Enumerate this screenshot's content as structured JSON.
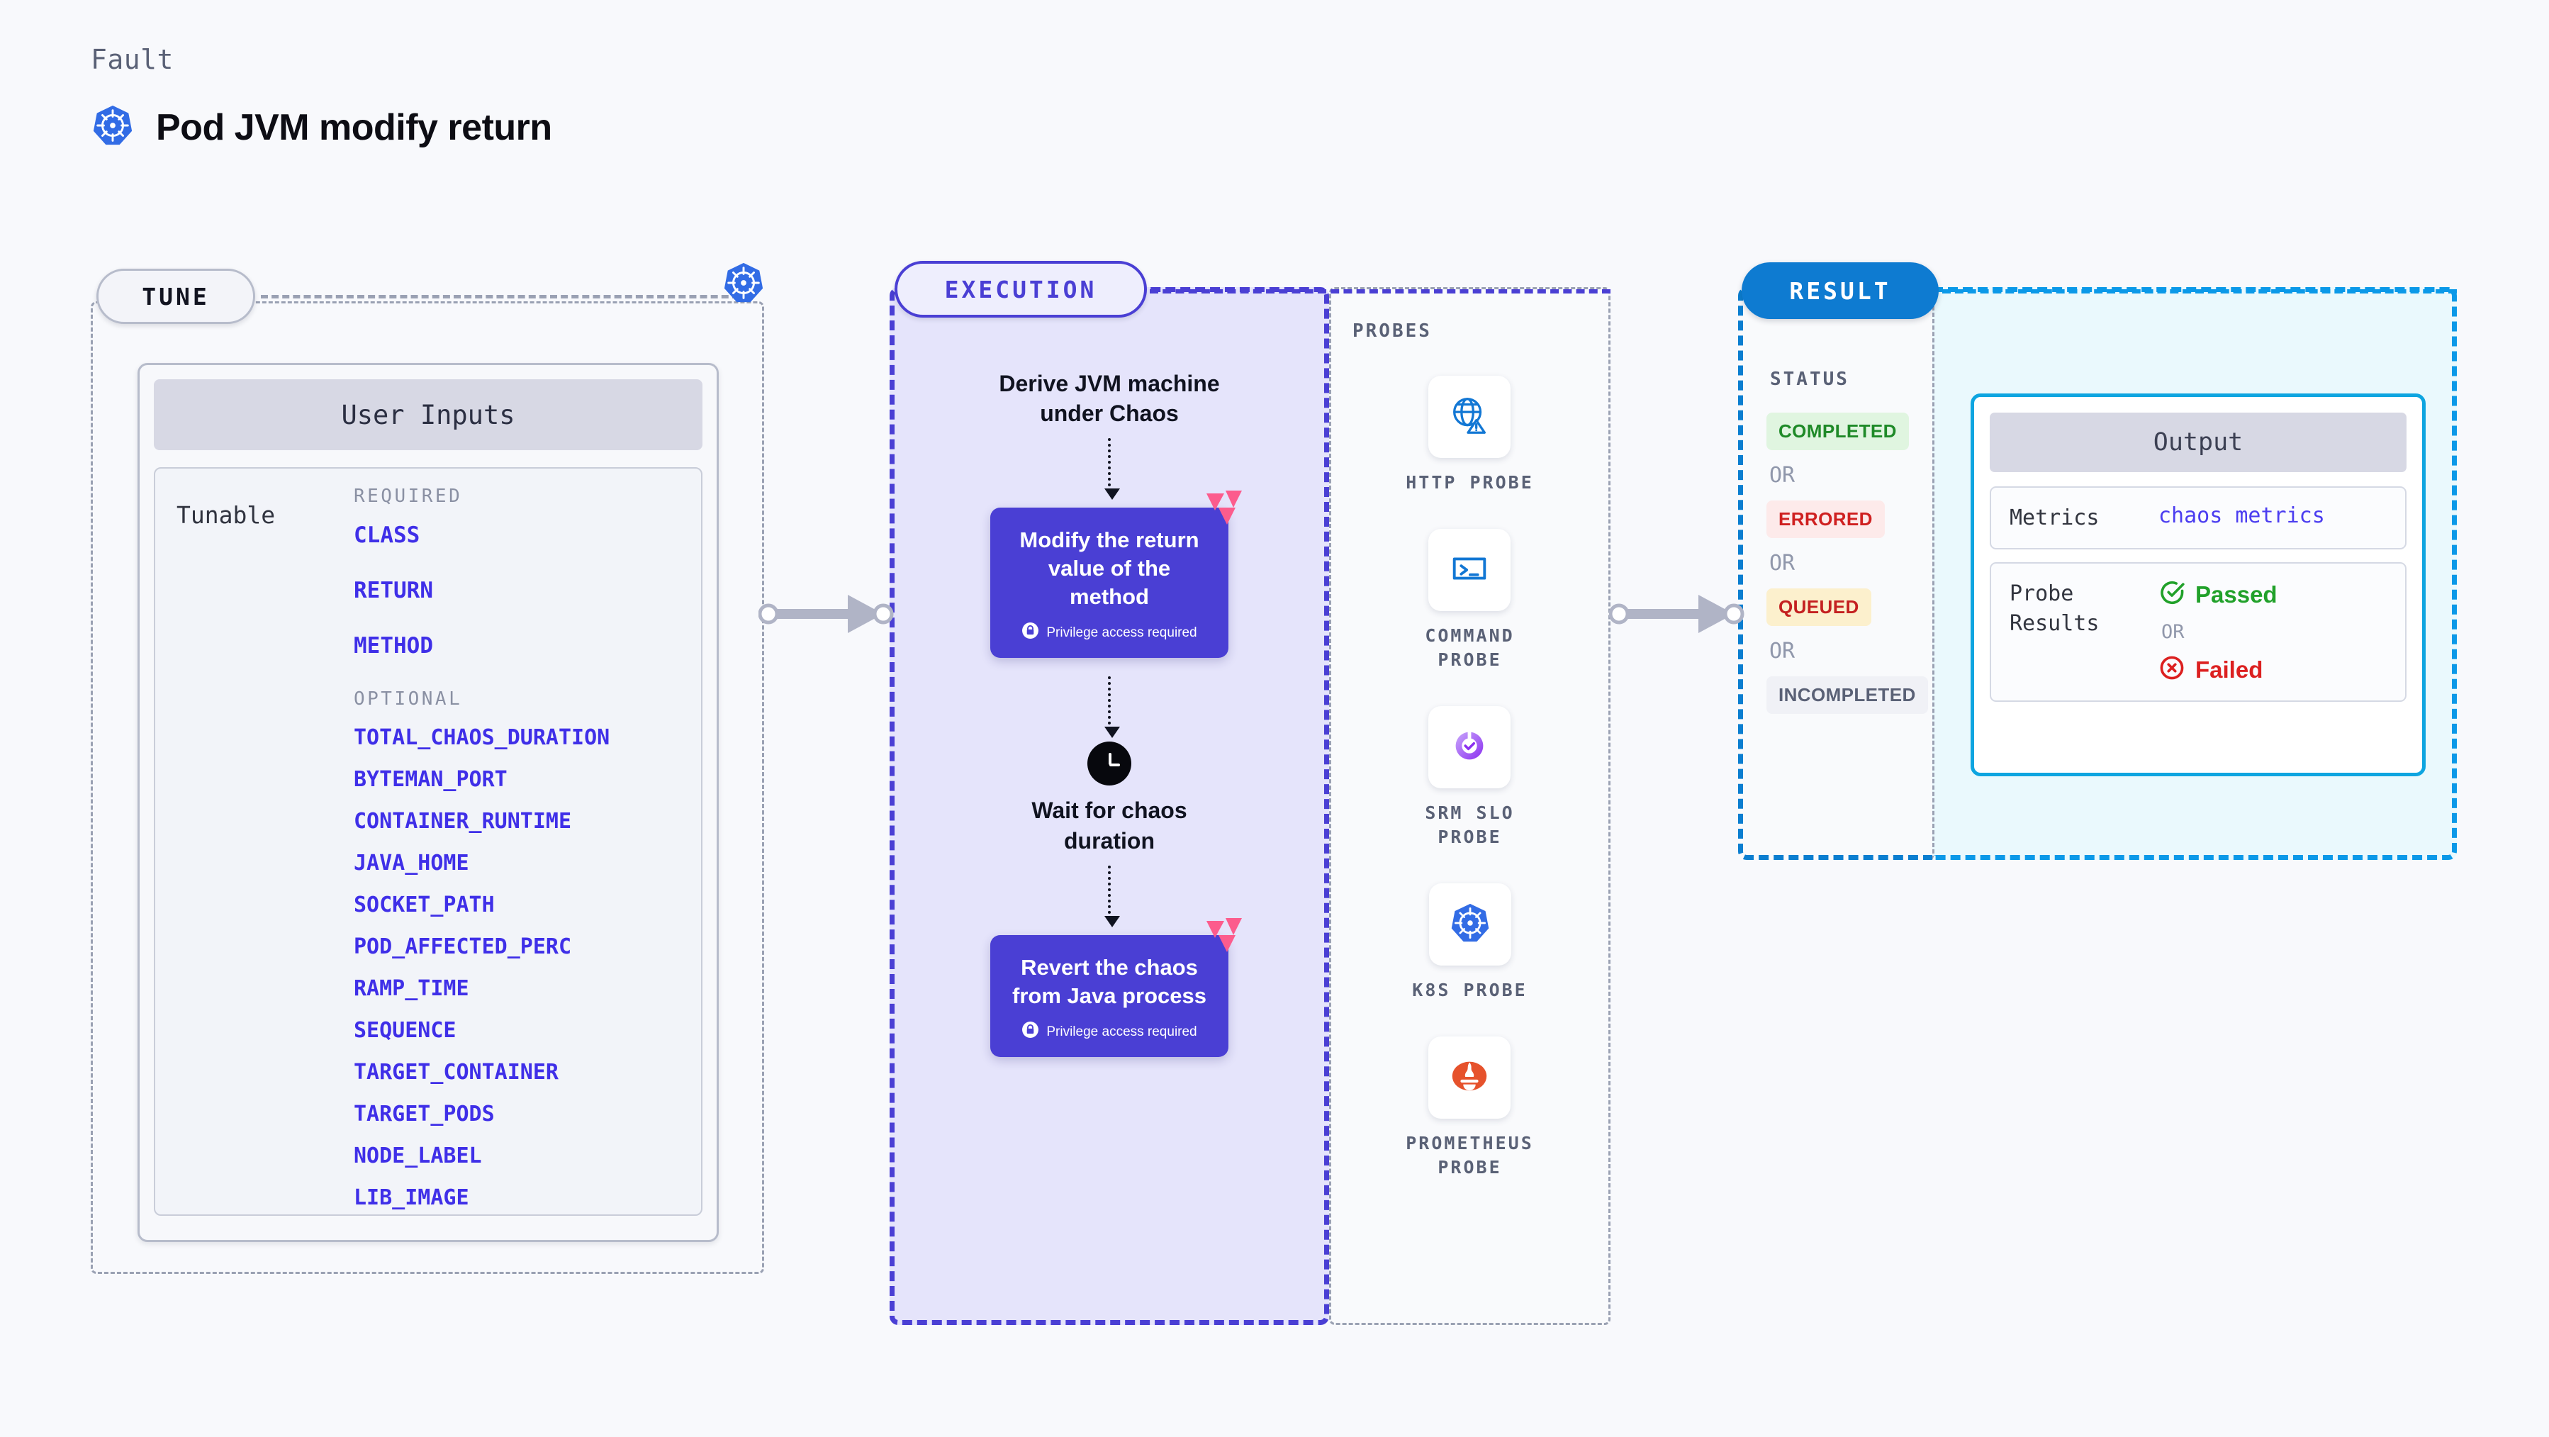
{
  "header": {
    "kicker": "Fault",
    "title": "Pod JVM modify return",
    "icon": "kubernetes-icon"
  },
  "tune": {
    "pill_label": "TUNE",
    "badge_icon": "kubernetes-icon",
    "card_title": "User Inputs",
    "tunable_label": "Tunable",
    "required_title": "REQUIRED",
    "required": [
      "CLASS",
      "RETURN",
      "METHOD"
    ],
    "optional_title": "OPTIONAL",
    "optional": [
      "TOTAL_CHAOS_DURATION",
      "BYTEMAN_PORT",
      "CONTAINER_RUNTIME",
      "JAVA_HOME",
      "SOCKET_PATH",
      "POD_AFFECTED_PERC",
      "RAMP_TIME",
      "SEQUENCE",
      "TARGET_CONTAINER",
      "TARGET_PODS",
      "NODE_LABEL",
      "LIB_IMAGE"
    ]
  },
  "execution": {
    "pill_label": "EXECUTION",
    "step1_caption": "Derive JVM machine\nunder Chaos",
    "step2_title": "Modify the return\nvalue of the method",
    "step2_note": "Privilege access required",
    "step3_caption": "Wait for chaos\nduration",
    "step3_icon": "clock-icon",
    "step4_title": "Revert the chaos\nfrom Java process",
    "step4_note": "Privilege access required",
    "node_badge_icon": "litmus-chaos-icon",
    "lock_icon": "lock-icon"
  },
  "probes": {
    "title": "PROBES",
    "items": [
      {
        "label": "HTTP PROBE",
        "icon": "globe-warning-icon"
      },
      {
        "label": "COMMAND\nPROBE",
        "icon": "terminal-icon"
      },
      {
        "label": "SRM SLO\nPROBE",
        "icon": "slo-donut-check-icon"
      },
      {
        "label": "K8S PROBE",
        "icon": "kubernetes-icon"
      },
      {
        "label": "PROMETHEUS\nPROBE",
        "icon": "prometheus-icon"
      }
    ]
  },
  "result": {
    "pill_label": "RESULT",
    "status_title": "STATUS",
    "or_label": "OR",
    "statuses": [
      {
        "label": "COMPLETED",
        "bg": "#e0f5e0",
        "fg": "#1f8a28"
      },
      {
        "label": "ERRORED",
        "bg": "#fdeaea",
        "fg": "#cf2020"
      },
      {
        "label": "QUEUED",
        "bg": "#fcf0cd",
        "fg": "#c42020"
      },
      {
        "label": "INCOMPLETED",
        "bg": "#f0f1f6",
        "fg": "#5a6176"
      }
    ],
    "output": {
      "title": "Output",
      "metrics_key": "Metrics",
      "metrics_value": "chaos metrics",
      "probe_results_key": "Probe\nResults",
      "passed_label": "Passed",
      "passed_icon": "check-circle-icon",
      "or_label": "OR",
      "failed_label": "Failed",
      "failed_icon": "x-circle-icon"
    }
  },
  "colors": {
    "background": "#f8f9fc",
    "execution_accent": "#4a3fd4",
    "result_accent": "#0b99e8",
    "tune_accent": "#9aa1b3",
    "param_link": "#3f2fe8",
    "passed": "#21a12a",
    "failed": "#dc2020"
  }
}
